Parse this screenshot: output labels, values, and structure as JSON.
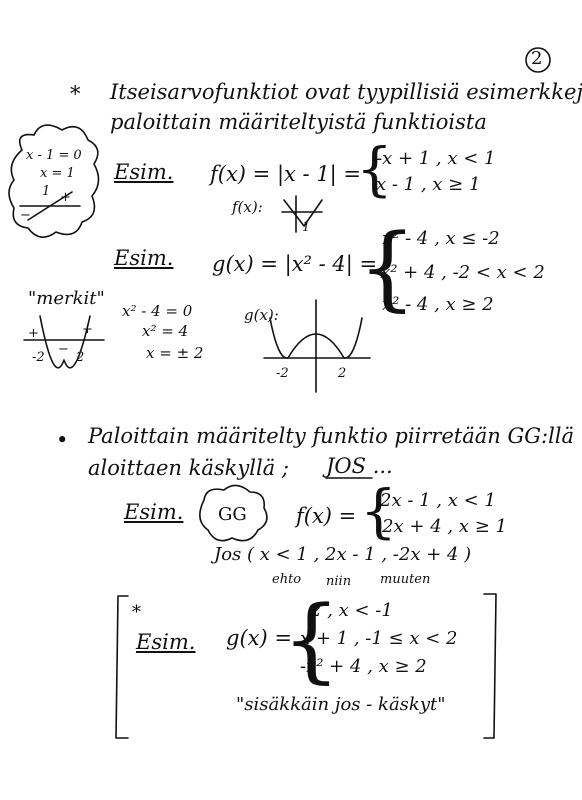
{
  "page_number": "2",
  "section1": {
    "bullet": "*",
    "line1": "Itseisarvofunktiot ovat tyypillisiä esimerkkejä",
    "line2": "paloittain määriteltyistä funktioista"
  },
  "cloud_note": {
    "l1": "x - 1 = 0",
    "l2": "x = 1",
    "l3": "1",
    "plus": "+",
    "minus": "−"
  },
  "ex1": {
    "label": "Esim.",
    "lhs": "f(x) = |x - 1| =",
    "case1": "-x + 1 ,  x < 1",
    "case2": "x - 1 ,  x ≥ 1",
    "graph_label": "f(x):",
    "tick": "1"
  },
  "ex2": {
    "label": "Esim.",
    "lhs": "g(x) = |x² - 4| =",
    "case1": "x² - 4  ,  x ≤ -2",
    "case2": "-x² + 4  ,  -2 < x < 2",
    "case3": "x² - 4  ,  x ≥ 2",
    "graph_label": "g(x):",
    "tick_left": "-2",
    "tick_right": "2"
  },
  "merkit": {
    "title": "\"merkit\"",
    "eq1": "x² - 4 = 0",
    "eq2": "x² = 4",
    "eq3": "x = ± 2",
    "plus": "+",
    "minus": "−",
    "tick_left": "-2",
    "tick_right": "2"
  },
  "section2": {
    "bullet": "•",
    "line1": "Paloittain määritelty funktio piirretään GG:llä",
    "line2a": "aloittaen käskyllä ;",
    "line2b": "JOS ..."
  },
  "ex3": {
    "label": "Esim.",
    "cloud": "GG",
    "lhs": "f(x) =",
    "case1": "2x - 1 ,  x < 1",
    "case2": "-2x + 4 ,  x ≥ 1",
    "jos": "Jos ( x < 1 ,  2x - 1 ,  -2x + 4 )",
    "ehto": "ehto",
    "niin": "niin",
    "muuten": "muuten"
  },
  "ex4": {
    "star": "*",
    "label": "Esim.",
    "lhs": "g(x) =",
    "case1": "2  ,  x < -1",
    "case2": "x + 1  ,  -1 ≤ x < 2",
    "case3": "-x² + 4  ,  x ≥ 2",
    "note": "\"sisäkkäin jos - käskyt\""
  }
}
